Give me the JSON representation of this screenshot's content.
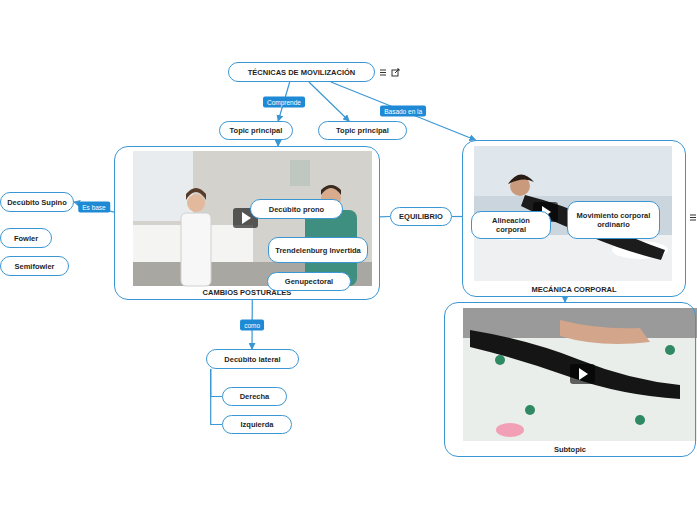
{
  "diagram": {
    "nodes": [
      {
        "text": [
          "TÉCNICAS DE MOVILIZACIÓN"
        ]
      },
      {
        "text": [
          "Topic principal"
        ]
      },
      {
        "text": [
          "Topic principal"
        ]
      },
      {
        "text": [
          "CAMBIOS POSTURALES"
        ]
      },
      {
        "text": [
          "Decúbito prono"
        ],
        "in": 3
      },
      {
        "text": [
          "Trendelenburg Invertida"
        ],
        "in": 3
      },
      {
        "text": [
          "Genupectoral"
        ],
        "in": 3
      },
      {
        "text": [
          "MECÁNICA CORPORAL"
        ]
      },
      {
        "text": [
          "Alineación corporal"
        ],
        "in": 7
      },
      {
        "text": [
          "Movimiento corporal ordinario"
        ],
        "in": 7
      },
      {
        "text": [
          "Decúbito Supino"
        ]
      },
      {
        "text": [
          "Fowler"
        ]
      },
      {
        "text": [
          "Semifowler"
        ]
      },
      {
        "text": [
          "EQUILIBRIO"
        ]
      },
      {
        "text": [
          "Subtopic"
        ]
      },
      {
        "text": [
          "Decúbito lateral"
        ]
      },
      {
        "text": [
          "Derecha"
        ]
      },
      {
        "text": [
          "Izquierda"
        ]
      }
    ],
    "edges": [
      {
        "from": 0,
        "to": 1,
        "label": "Comprende",
        "arrow": "to"
      },
      {
        "from": 0,
        "to": 2,
        "arrow": "to"
      },
      {
        "from": 0,
        "to": 7,
        "label": "Basado en la",
        "arrow": "to"
      },
      {
        "from": 1,
        "to": 3,
        "arrow": "to"
      },
      {
        "from": 3,
        "to": 10,
        "label": "Es base",
        "arrow": "to"
      },
      {
        "from": 3,
        "to": 13,
        "arrow": "none"
      },
      {
        "from": 13,
        "to": 7,
        "arrow": "none"
      },
      {
        "from": 7,
        "to": 14,
        "arrow": "to"
      },
      {
        "from": 3,
        "to": 15,
        "label": "como",
        "arrow": "to"
      },
      {
        "from": 15,
        "to": 16,
        "arrow": "none"
      },
      {
        "from": 15,
        "to": 17,
        "arrow": "none"
      }
    ]
  }
}
